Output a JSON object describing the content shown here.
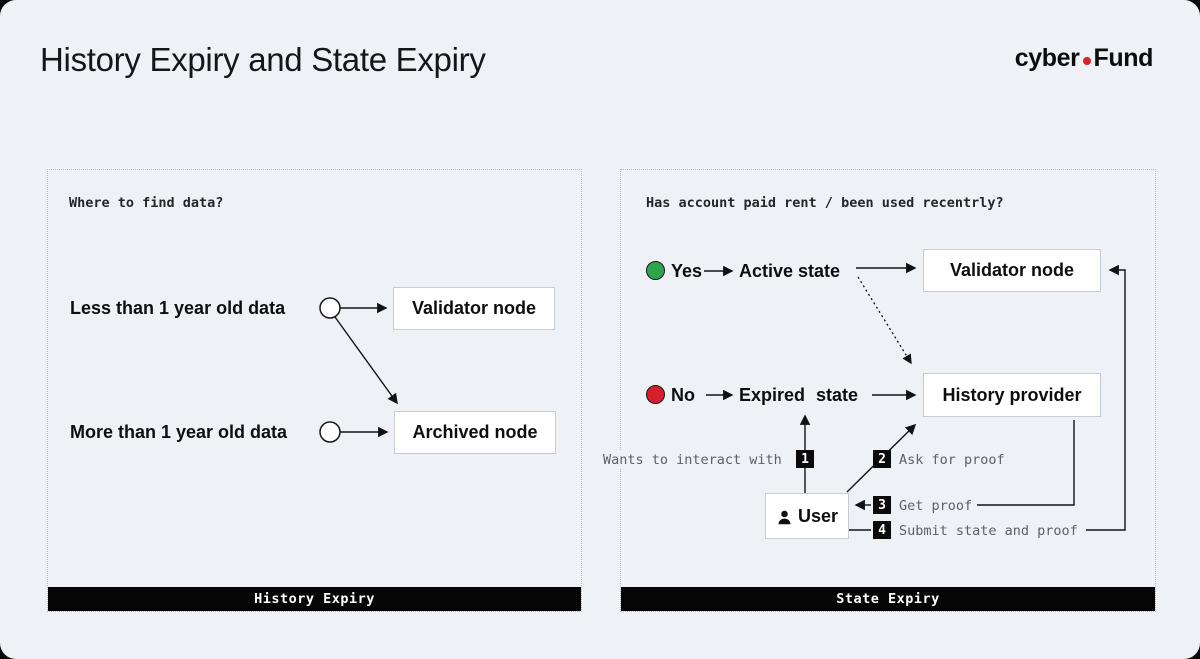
{
  "header": {
    "title": "History Expiry and State Expiry",
    "logo_prefix": "cyber",
    "logo_suffix": "Fund"
  },
  "left_panel": {
    "question": "Where to find data?",
    "row1_label": "Less than 1 year old data",
    "row1_target": "Validator node",
    "row2_label": "More than 1 year old data",
    "row2_target": "Archived node",
    "footer": "History Expiry"
  },
  "right_panel": {
    "question": "Has account paid rent / been used recentrly?",
    "yes_label": "Yes",
    "yes_state": "Active state",
    "yes_target": "Validator node",
    "no_label": "No",
    "no_state": "Expired state",
    "no_target": "History provider",
    "user_label": "User",
    "step1_num": "1",
    "step1_label": "Wants to interact with",
    "step2_num": "2",
    "step2_label": "Ask for proof",
    "step3_num": "3",
    "step3_label": "Get proof",
    "step4_num": "4",
    "step4_label": "Submit state and proof",
    "footer": "State Expiry"
  },
  "colors": {
    "yes_green": "#2ea44f",
    "no_red": "#d3202c",
    "logo_dot_red": "#e01e26",
    "footer_bar_black": "#060607",
    "page_background": "#eef1f6"
  }
}
